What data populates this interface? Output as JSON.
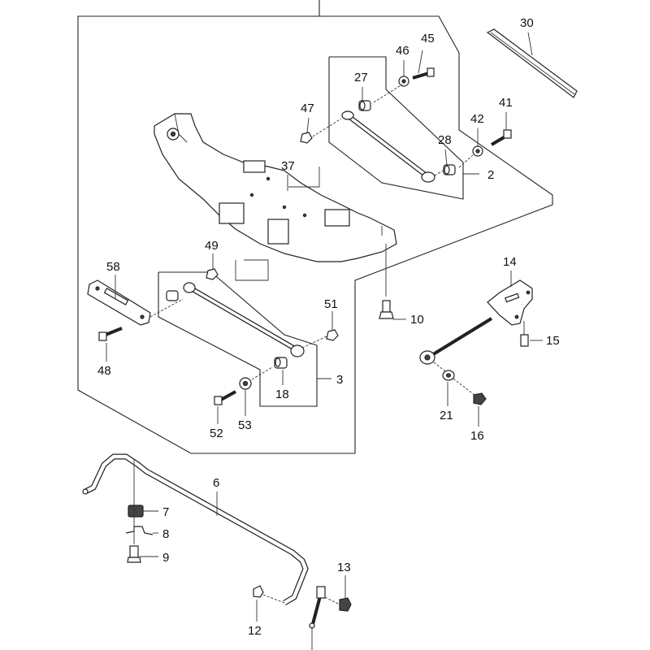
{
  "diagram": {
    "callouts": {
      "c30": "30",
      "c45": "45",
      "c46": "46",
      "c27": "27",
      "c47": "47",
      "c41": "41",
      "c42": "42",
      "c28": "28",
      "c2": "2",
      "c37": "37",
      "c14": "14",
      "c49": "49",
      "c58": "58",
      "c51": "51",
      "c10": "10",
      "c15": "15",
      "c48": "48",
      "c3": "3",
      "c18": "18",
      "c21": "21",
      "c16": "16",
      "c52": "52",
      "c53": "53",
      "c6": "6",
      "c7": "7",
      "c8": "8",
      "c9": "9",
      "c13": "13",
      "c12": "12"
    }
  }
}
